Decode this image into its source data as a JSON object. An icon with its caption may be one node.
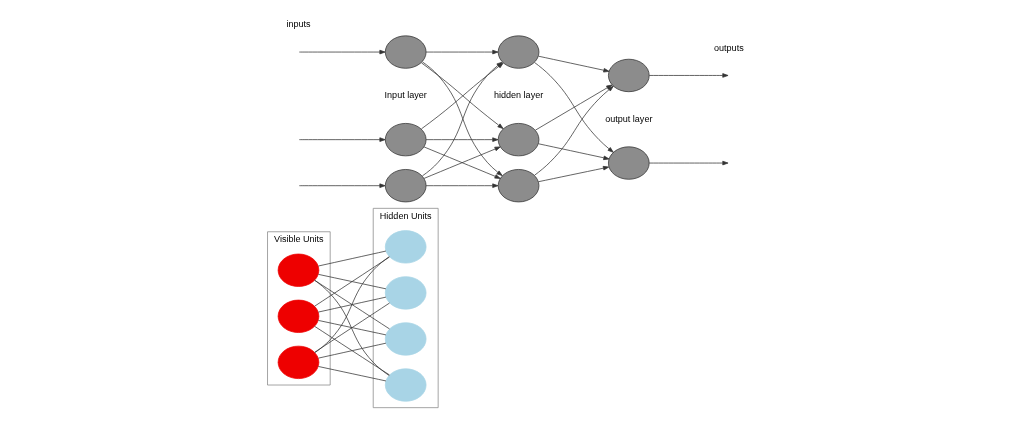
{
  "diagram": {
    "nodes": [
      {
        "text": [
          "Visible Units"
        ]
      },
      {
        "text": [
          "Hidden Units"
        ]
      },
      {
        "text": [],
        "shape": "circle",
        "in": 0
      },
      {
        "text": [],
        "shape": "circle",
        "in": 0
      },
      {
        "text": [],
        "shape": "circle",
        "in": 0
      },
      {
        "text": [],
        "shape": "circle",
        "in": 1
      },
      {
        "text": [],
        "shape": "circle",
        "in": 1
      },
      {
        "text": [],
        "shape": "circle",
        "in": 1
      },
      {
        "text": [],
        "shape": "circle",
        "in": 1
      },
      {
        "text": [],
        "shape": "circle"
      },
      {
        "text": [],
        "shape": "circle"
      },
      {
        "text": [],
        "shape": "circle"
      },
      {
        "text": [],
        "shape": "circle"
      },
      {
        "text": [],
        "shape": "circle"
      },
      {
        "text": [],
        "shape": "circle"
      },
      {
        "text": [],
        "shape": "circle"
      },
      {
        "text": [],
        "shape": "circle"
      }
    ],
    "edges": [
      {
        "from": 2,
        "to": 5,
        "arrow": "none"
      },
      {
        "from": 2,
        "to": 6,
        "arrow": "none"
      },
      {
        "from": 2,
        "to": 7,
        "arrow": "none"
      },
      {
        "from": 2,
        "to": 8,
        "arrow": "none"
      },
      {
        "from": 3,
        "to": 5,
        "arrow": "none"
      },
      {
        "from": 3,
        "to": 6,
        "arrow": "none"
      },
      {
        "from": 3,
        "to": 7,
        "arrow": "none"
      },
      {
        "from": 3,
        "to": 8,
        "arrow": "none"
      },
      {
        "from": 4,
        "to": 5,
        "arrow": "none"
      },
      {
        "from": 4,
        "to": 6,
        "arrow": "none"
      },
      {
        "from": 4,
        "to": 7,
        "arrow": "none"
      },
      {
        "from": 4,
        "to": 8,
        "arrow": "none"
      },
      {
        "from": null,
        "to": 9,
        "arrow": "to"
      },
      {
        "from": null,
        "to": 10,
        "arrow": "to"
      },
      {
        "from": null,
        "to": 11,
        "arrow": "to"
      },
      {
        "from": 9,
        "to": 12,
        "arrow": "to"
      },
      {
        "from": 9,
        "to": 13,
        "arrow": "to"
      },
      {
        "from": 9,
        "to": 14,
        "arrow": "to"
      },
      {
        "from": 10,
        "to": 12,
        "arrow": "to"
      },
      {
        "from": 10,
        "to": 13,
        "arrow": "to"
      },
      {
        "from": 10,
        "to": 14,
        "arrow": "to"
      },
      {
        "from": 11,
        "to": 12,
        "arrow": "to"
      },
      {
        "from": 11,
        "to": 13,
        "arrow": "to"
      },
      {
        "from": 11,
        "to": 14,
        "arrow": "to"
      },
      {
        "from": 12,
        "to": 15,
        "arrow": "to"
      },
      {
        "from": 12,
        "to": 16,
        "arrow": "to"
      },
      {
        "from": 13,
        "to": 15,
        "arrow": "to"
      },
      {
        "from": 13,
        "to": 16,
        "arrow": "to"
      },
      {
        "from": 14,
        "to": 15,
        "arrow": "to"
      },
      {
        "from": 14,
        "to": 16,
        "arrow": "to"
      },
      {
        "from": 15,
        "to": null,
        "arrow": "to"
      },
      {
        "from": 16,
        "to": null,
        "arrow": "to"
      }
    ],
    "labels": [
      "inputs",
      "outputs",
      "Input layer",
      "hidden layer",
      "output layer"
    ]
  }
}
